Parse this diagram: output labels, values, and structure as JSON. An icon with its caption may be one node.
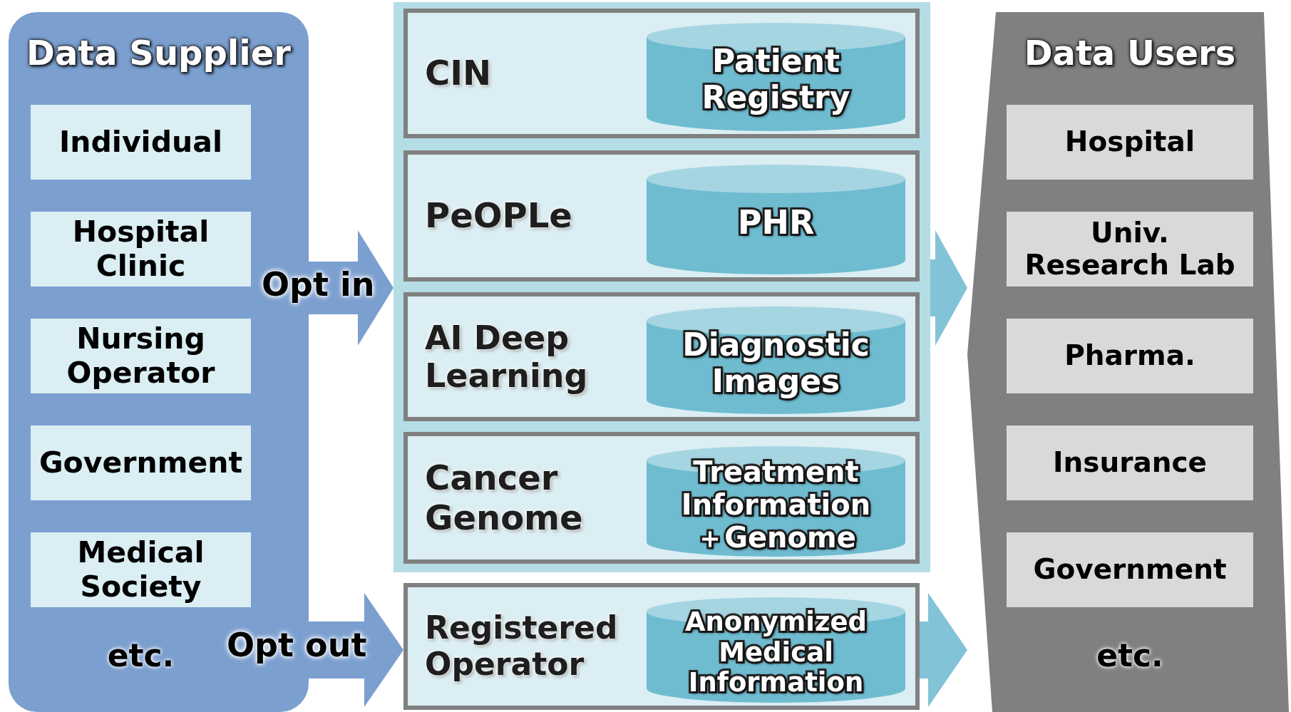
{
  "diagram": {
    "nodes": [
      {
        "text": [
          "Data Supplier"
        ]
      },
      {
        "text": [
          "Individual"
        ],
        "in": 0
      },
      {
        "text": [
          "Hospital Clinic"
        ],
        "in": 0
      },
      {
        "text": [
          "Nursing Operator"
        ],
        "in": 0
      },
      {
        "text": [
          "Government"
        ],
        "in": 0
      },
      {
        "text": [
          "Medical Society"
        ],
        "in": 0
      },
      {
        "text": [],
        "shape": "box"
      },
      {
        "text": [
          "CIN"
        ],
        "in": 6
      },
      {
        "text": [
          "Patient Registry"
        ],
        "in": 7
      },
      {
        "text": [
          "PeOPLe"
        ],
        "in": 6
      },
      {
        "text": [
          "PHR"
        ],
        "in": 9
      },
      {
        "text": [
          "AI Deep Learning"
        ],
        "in": 6
      },
      {
        "text": [
          "Diagnostic Images"
        ],
        "in": 11
      },
      {
        "text": [
          "Cancer Genome"
        ],
        "in": 6
      },
      {
        "text": [
          "Treatment Information ＋Genome"
        ],
        "in": 13
      },
      {
        "text": [
          "Registered Operator"
        ]
      },
      {
        "text": [
          "Anonymized Medical Information"
        ],
        "in": 15
      },
      {
        "text": [
          "Data Users"
        ]
      },
      {
        "text": [
          "Hospital"
        ],
        "in": 17
      },
      {
        "text": [
          "Univ. Research Lab"
        ],
        "in": 17
      },
      {
        "text": [
          "Pharma."
        ],
        "in": 17
      },
      {
        "text": [
          "Insurance"
        ],
        "in": 17
      },
      {
        "text": [
          "Government"
        ],
        "in": 17
      }
    ],
    "edges": [
      {
        "from": 0,
        "to": 6,
        "arrow": "to",
        "label": "Opt in",
        "color": "#7b9fcf"
      },
      {
        "from": 0,
        "to": 15,
        "arrow": "to",
        "label": "Opt out",
        "color": "#7b9fcf"
      },
      {
        "from": 6,
        "to": 17,
        "arrow": "to",
        "color": "#74bcd4"
      },
      {
        "from": 15,
        "to": 17,
        "arrow": "to",
        "color": "#74bcd4"
      }
    ],
    "labels": [
      "etc.",
      "etc."
    ]
  }
}
